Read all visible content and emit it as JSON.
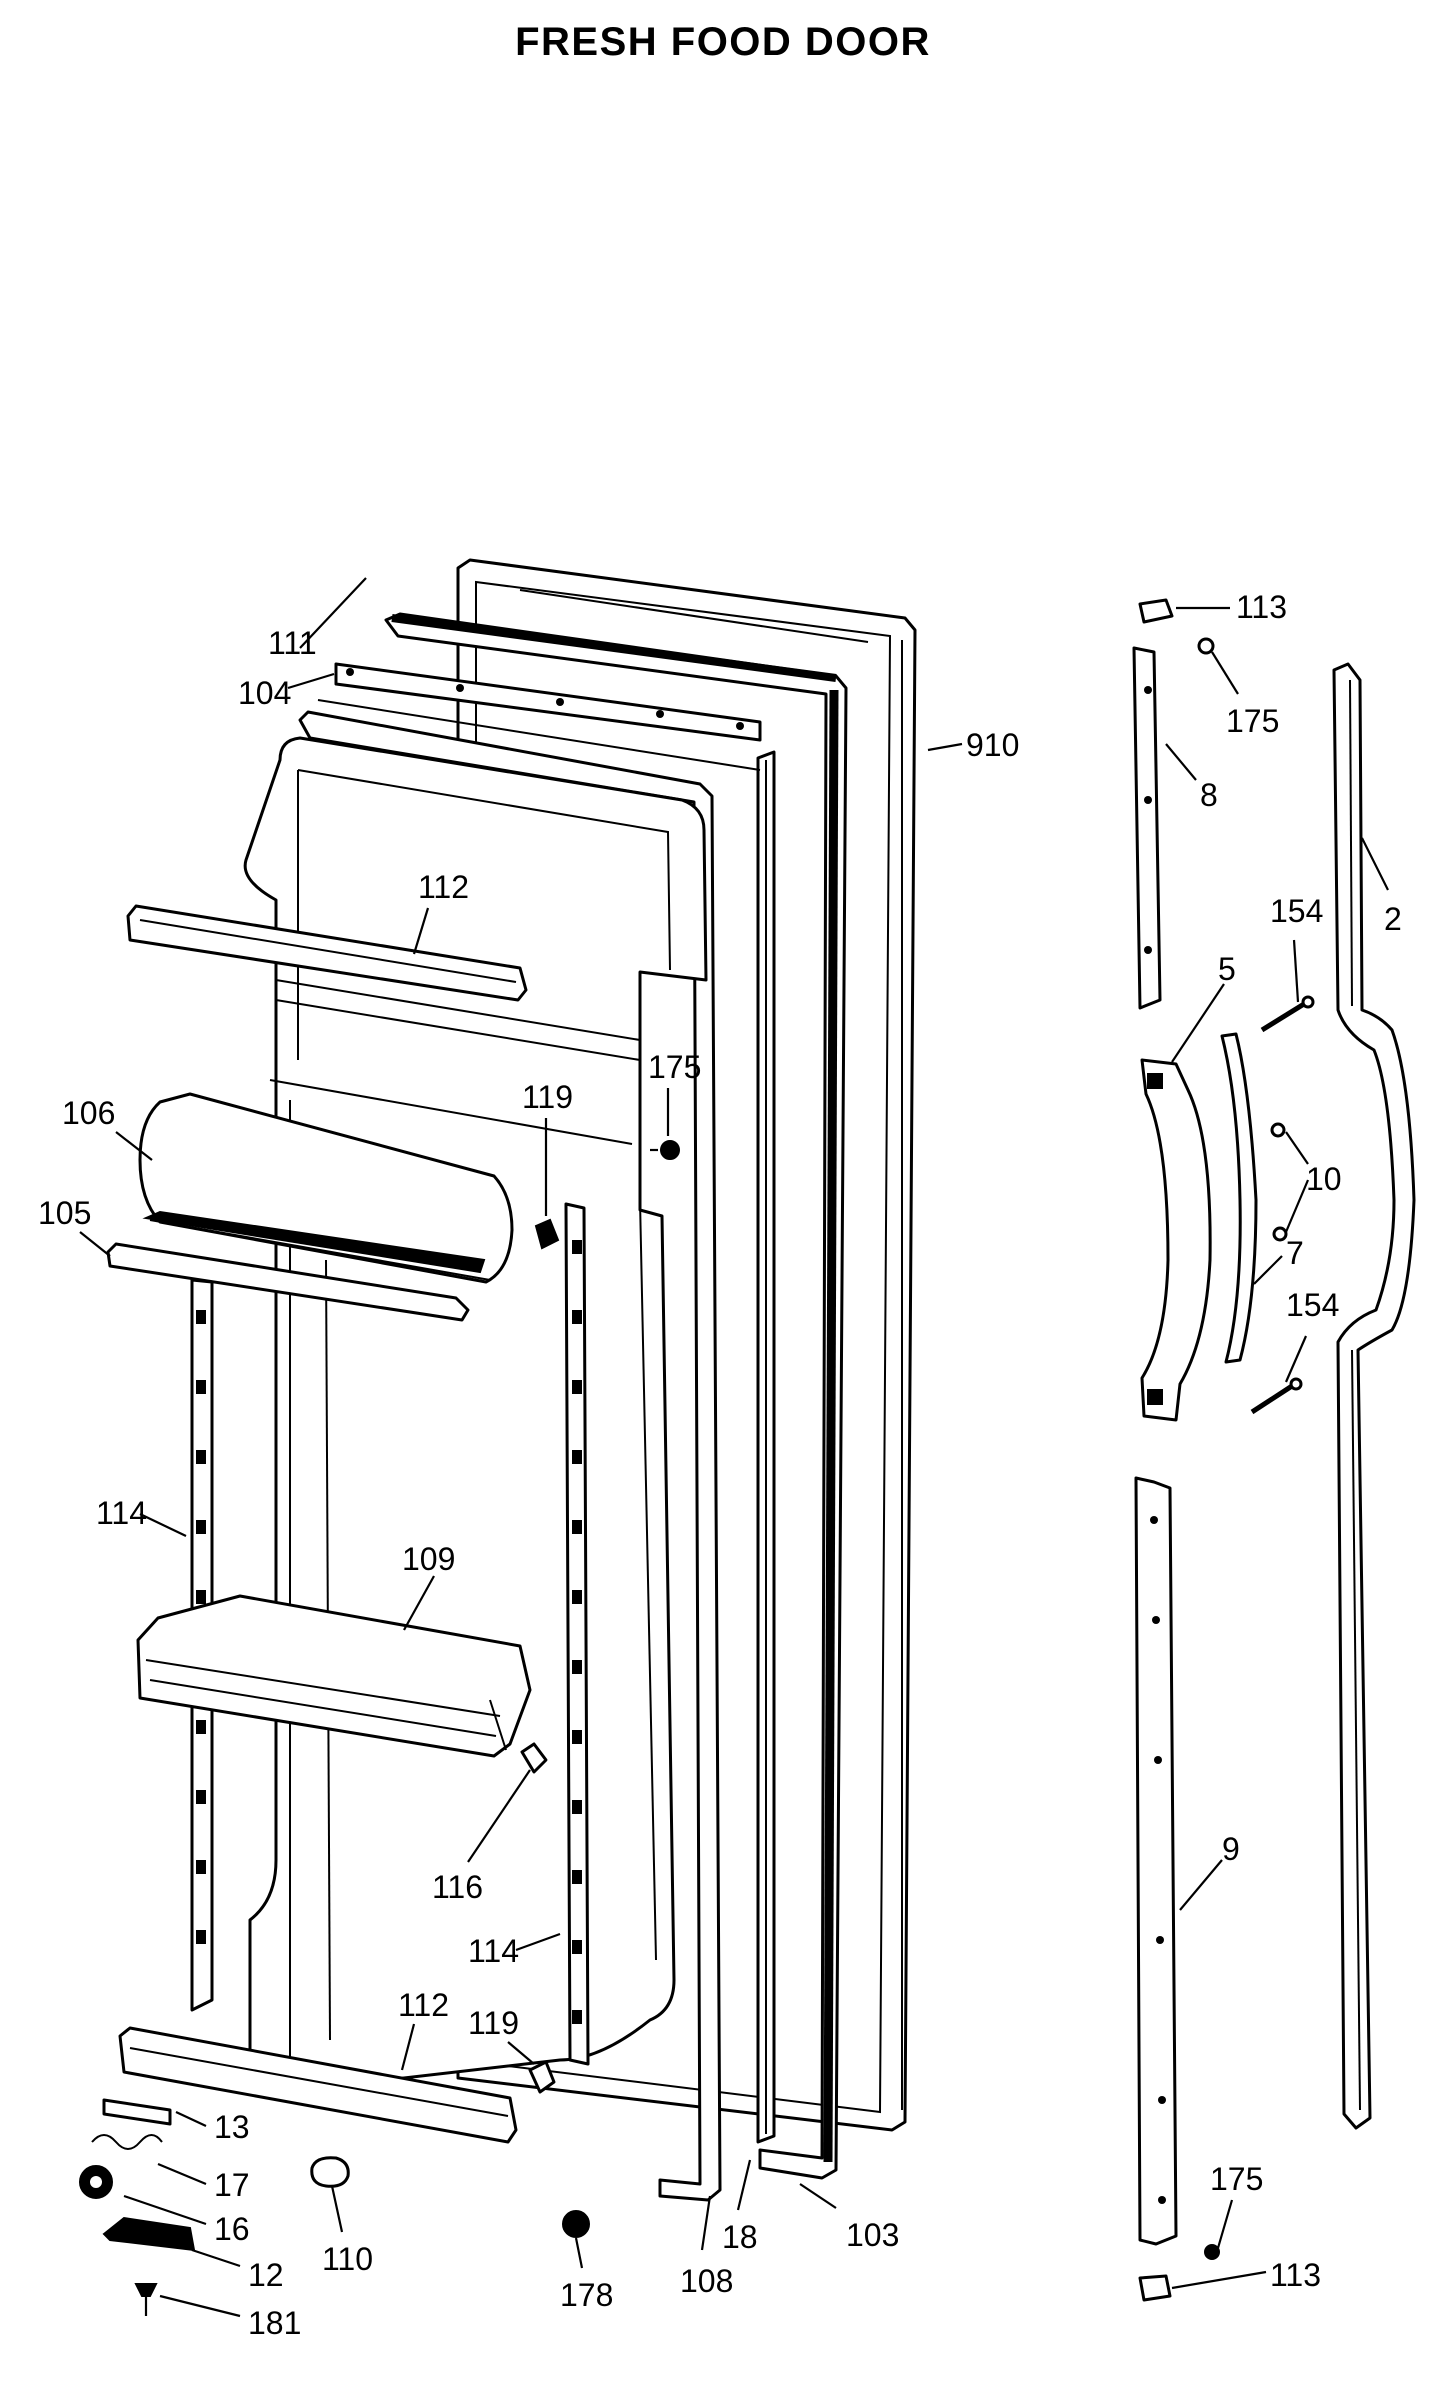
{
  "title": "FRESH FOOD DOOR",
  "callouts": [
    {
      "id": "c111",
      "label": "111"
    },
    {
      "id": "c104",
      "label": "104"
    },
    {
      "id": "c910",
      "label": "910"
    },
    {
      "id": "c112a",
      "label": "112"
    },
    {
      "id": "c106",
      "label": "106"
    },
    {
      "id": "c105",
      "label": "105"
    },
    {
      "id": "c119a",
      "label": "119"
    },
    {
      "id": "c175a",
      "label": "175"
    },
    {
      "id": "c114a",
      "label": "114"
    },
    {
      "id": "c109",
      "label": "109"
    },
    {
      "id": "c116",
      "label": "116"
    },
    {
      "id": "c114b",
      "label": "114"
    },
    {
      "id": "c112b",
      "label": "112"
    },
    {
      "id": "c119b",
      "label": "119"
    },
    {
      "id": "c13",
      "label": "13"
    },
    {
      "id": "c17",
      "label": "17"
    },
    {
      "id": "c16",
      "label": "16"
    },
    {
      "id": "c12",
      "label": "12"
    },
    {
      "id": "c181",
      "label": "181"
    },
    {
      "id": "c110",
      "label": "110"
    },
    {
      "id": "c178",
      "label": "178"
    },
    {
      "id": "c108",
      "label": "108"
    },
    {
      "id": "c18",
      "label": "18"
    },
    {
      "id": "c103",
      "label": "103"
    },
    {
      "id": "c113a",
      "label": "113"
    },
    {
      "id": "c175b",
      "label": "175"
    },
    {
      "id": "c8",
      "label": "8"
    },
    {
      "id": "c2",
      "label": "2"
    },
    {
      "id": "c154a",
      "label": "154"
    },
    {
      "id": "c5",
      "label": "5"
    },
    {
      "id": "c10",
      "label": "10"
    },
    {
      "id": "c7",
      "label": "7"
    },
    {
      "id": "c154b",
      "label": "154"
    },
    {
      "id": "c9",
      "label": "9"
    },
    {
      "id": "c175c",
      "label": "175"
    },
    {
      "id": "c113b",
      "label": "113"
    }
  ]
}
